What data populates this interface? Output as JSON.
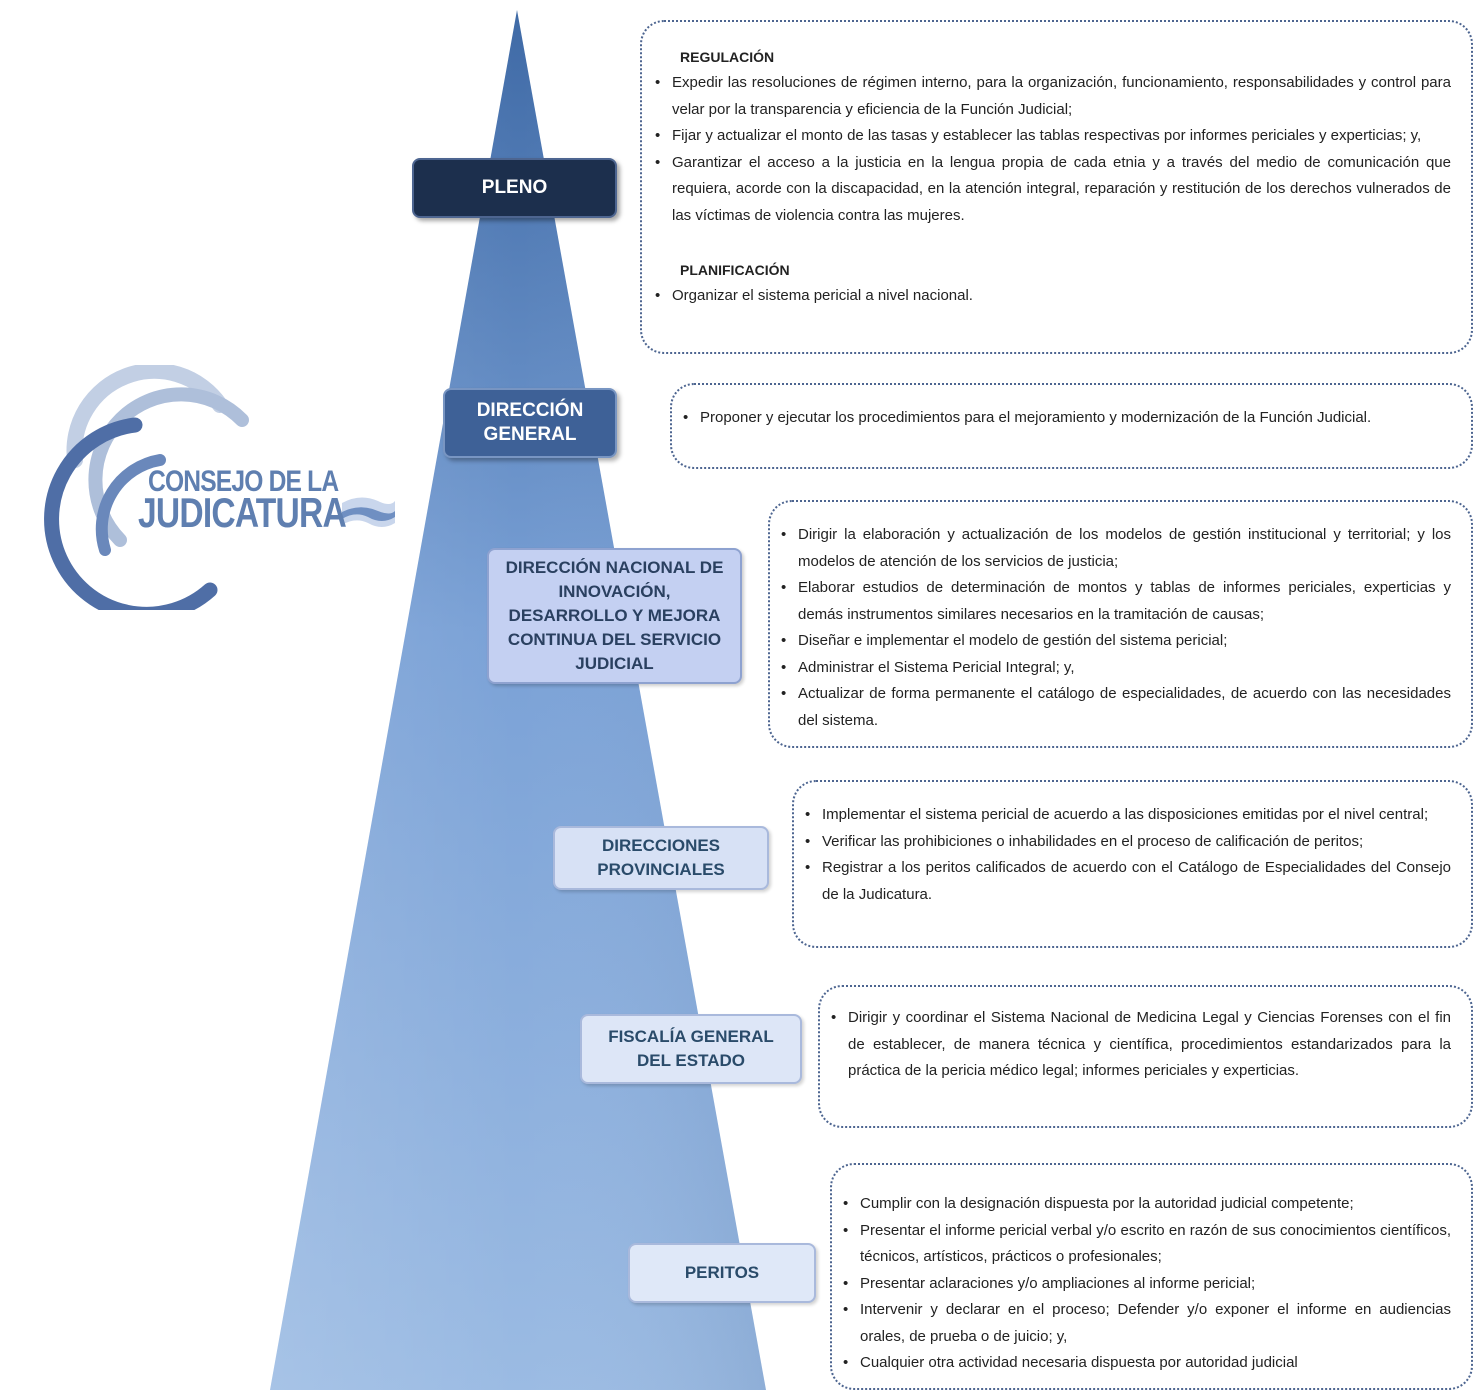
{
  "logo": {
    "line1": "CONSEJO DE LA",
    "line2": "JUDICATURA"
  },
  "nodes": {
    "pleno": "PLENO",
    "direccion_general": "DIRECCIÓN GENERAL",
    "direccion_nacional": "DIRECCIÓN NACIONAL DE INNOVACIÓN, DESARROLLO Y MEJORA CONTINUA DEL SERVICIO JUDICIAL",
    "direcciones_provinciales": "DIRECCIONES PROVINCIALES",
    "fiscalia": "FISCALÍA GENERAL DEL ESTADO",
    "peritos": "PERITOS"
  },
  "pleno_box": {
    "regulacion_title": "REGULACIÓN",
    "regulacion": [
      "Expedir las resoluciones de régimen interno, para la organización, funcionamiento, responsabilidades y control para velar por la transparencia y eficiencia de la Función Judicial;",
      "Fijar y actualizar el monto de las tasas y establecer las tablas respectivas por informes periciales y experticias; y,",
      "Garantizar el acceso a la justicia en la lengua propia de cada etnia y a través del medio de comunicación que requiera, acorde con la discapacidad, en la atención integral, reparación y restitución de los derechos vulnerados de las víctimas de violencia contra las mujeres."
    ],
    "planificacion_title": "PLANIFICACIÓN",
    "planificacion": [
      "Organizar el sistema pericial a nivel nacional."
    ]
  },
  "dg_box": [
    "Proponer y ejecutar los procedimientos para el mejoramiento y modernización de la Función Judicial."
  ],
  "dn_box": [
    "Dirigir la elaboración y actualización de los modelos de gestión institucional y territorial; y los modelos de atención de los servicios de justicia;",
    "Elaborar estudios de determinación de montos y tablas de informes periciales, experticias y demás instrumentos similares necesarios en la tramitación de causas;",
    "Diseñar e implementar el modelo de gestión del sistema pericial;",
    "Administrar el Sistema Pericial Integral; y,",
    "Actualizar de forma permanente el catálogo de especialidades, de acuerdo con las necesidades del sistema."
  ],
  "dp_box": [
    "Implementar el sistema pericial de acuerdo a las disposiciones emitidas por el nivel central;",
    "Verificar las prohibiciones o inhabilidades en el proceso de calificación de peritos;",
    "Registrar a los peritos calificados de acuerdo con el Catálogo de Especialidades del Consejo de la Judicatura."
  ],
  "fg_box": [
    "Dirigir y coordinar el Sistema Nacional de Medicina Legal y Ciencias Forenses con el fin de establecer, de manera técnica y científica, procedimientos estandarizados para la práctica de la pericia médico legal; informes periciales y experticias."
  ],
  "pe_box": [
    "Cumplir con la designación dispuesta por la autoridad judicial competente;",
    "Presentar el informe pericial verbal y/o escrito en razón de sus conocimientos científicos, técnicos, artísticos, prácticos o profesionales;",
    "Presentar aclaraciones y/o ampliaciones al informe pericial;",
    "Intervenir y declarar en el proceso; Defender y/o exponer el informe en audiencias orales, de prueba o de juicio; y,",
    "Cualquier otra actividad necesaria dispuesta por autoridad judicial"
  ],
  "colors": {
    "pyramid_top": "#3f6aa6",
    "pyramid_bottom": "#9bbbe3",
    "pleno_fill": "#1c2f4d",
    "dg_fill": "#3e6197",
    "dn_fill": "#c4d0f2",
    "logo_blue": "#5f7fb0"
  }
}
